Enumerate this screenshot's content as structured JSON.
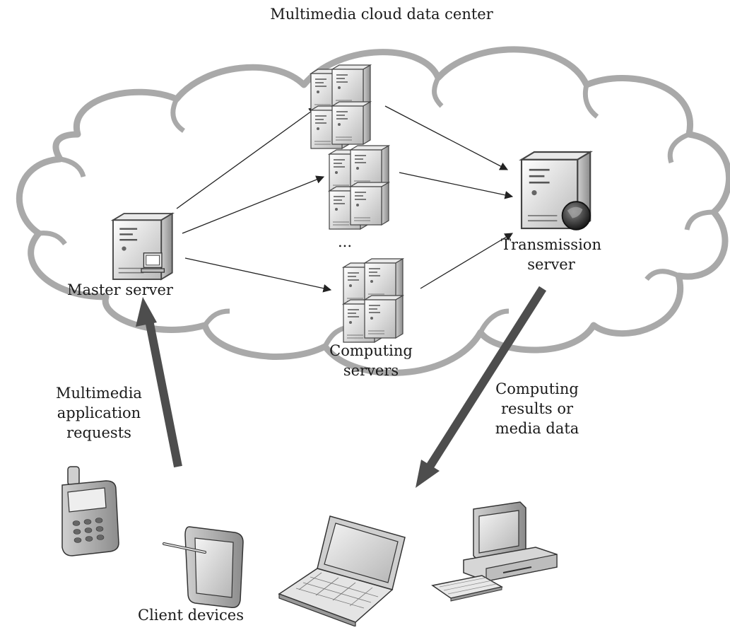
{
  "title": "Multimedia cloud data center",
  "nodes": {
    "master": "Master server",
    "computing": [
      "Computing",
      "servers"
    ],
    "ellipsis": "...",
    "transmission": [
      "Transmission",
      "server"
    ],
    "clients": "Client devices"
  },
  "flows": {
    "requests": [
      "Multimedia",
      "application",
      "requests"
    ],
    "results": [
      "Computing",
      "results or",
      "media data"
    ]
  },
  "colors": {
    "cloud": "#a9a9a9",
    "big_arrow": "#4d4d4d",
    "line": "#222222",
    "server_light": "#f0f0f0",
    "server_dark": "#9a9a9a"
  }
}
